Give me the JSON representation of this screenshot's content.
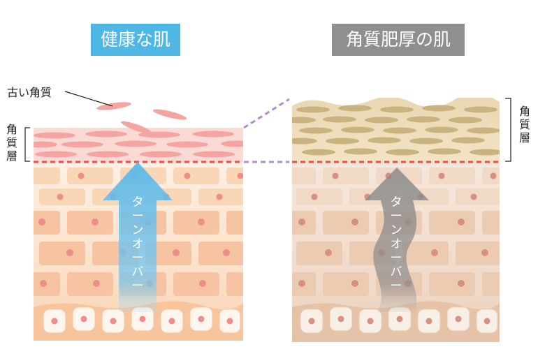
{
  "left_panel": {
    "title": "健康な肌",
    "old_stratum_label": "古い角質",
    "stratum_label": [
      "角",
      "質",
      "層"
    ],
    "arrow_text": [
      "タ",
      "ー",
      "ン",
      "オ",
      "ー",
      "バ",
      "ー"
    ]
  },
  "right_panel": {
    "title": "角質肥厚の肌",
    "stratum_label": [
      "角",
      "質",
      "層"
    ],
    "arrow_text": [
      "タ",
      "ー",
      "ン",
      "オ",
      "ー",
      "バ",
      "ー"
    ]
  },
  "colors": {
    "healthy_title_bg": "#4fb7e6",
    "thick_title_bg": "#8f8f8f",
    "turnover_arrow_healthy": "#5bb8e8",
    "turnover_arrow_thick": "#8a8a8a",
    "dashed_line": "#e8504a",
    "connector": "#b28ccc"
  }
}
